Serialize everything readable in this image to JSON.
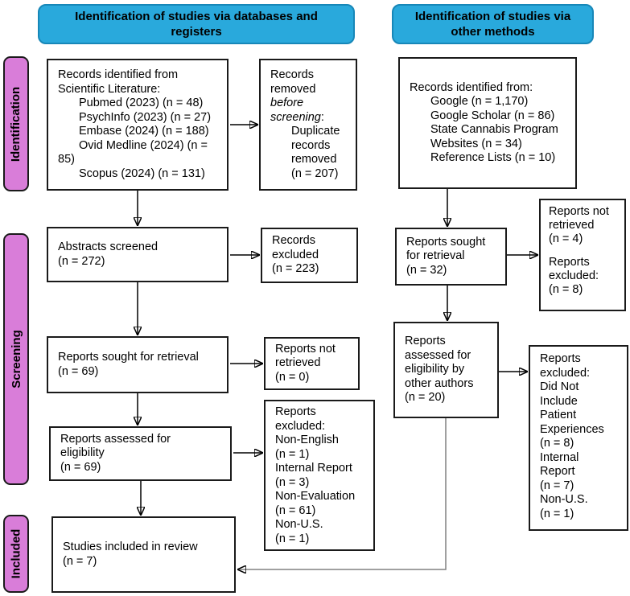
{
  "headers": {
    "databases": {
      "line1": "Identification of studies via databases and",
      "line2": "registers"
    },
    "other": {
      "line1": "Identification of studies via",
      "line2": "other methods"
    }
  },
  "stages": {
    "identification": "Identification",
    "screening": "Screening",
    "included": "Included"
  },
  "colors": {
    "header_fill": "#29A9DC",
    "header_border": "#1787B8",
    "stage_fill": "#D97DD9",
    "box_border": "#1a1a1a",
    "arrow": "#000000",
    "elbow_arrow": "#808080"
  },
  "boxes": {
    "records_identified_databases": {
      "lines": [
        "Records identified from",
        "Scientific Literature:",
        "Pubmed (2023) (n = 48)",
        "PsychInfo (2023) (n = 27)",
        "Embase (2024) (n = 188)",
        "Ovid Medline (2024) (n =",
        "85)",
        "Scopus (2024) (n = 131)"
      ]
    },
    "records_removed": {
      "lines": [
        "Records",
        "removed"
      ],
      "italic1": "before",
      "italic2": "screening",
      "colon": ":",
      "sub_lines": [
        "Duplicate",
        "records",
        "removed",
        "(n = 207)"
      ]
    },
    "abstracts_screened": {
      "lines": [
        "Abstracts screened",
        "(n = 272)"
      ]
    },
    "records_excluded": {
      "lines": [
        "Records",
        "excluded",
        "(n = 223)"
      ]
    },
    "reports_sought": {
      "lines": [
        "Reports sought for retrieval",
        "(n = 69)"
      ]
    },
    "reports_not_retrieved": {
      "lines": [
        "Reports not",
        "retrieved",
        "(n = 0)"
      ]
    },
    "reports_assessed": {
      "lines": [
        "Reports assessed for",
        "eligibility",
        "(n = 69)"
      ]
    },
    "reports_excluded": {
      "lines": [
        "Reports",
        "excluded:",
        "Non-English",
        "(n = 1)",
        "Internal Report",
        "(n = 3)",
        "Non-Evaluation",
        "(n = 61)",
        "Non-U.S.",
        "(n = 1)"
      ]
    },
    "studies_included": {
      "lines": [
        "Studies included in review",
        "(n = 7)"
      ]
    },
    "records_identified_other": {
      "lines": [
        "Records identified from:",
        "Google (n = 1,170)",
        "Google Scholar (n = 86)",
        "State Cannabis Program",
        "Websites (n = 34)",
        "Reference Lists (n = 10)"
      ]
    },
    "reports_sought_other": {
      "lines": [
        "Reports sought",
        "for retrieval",
        "(n = 32)"
      ]
    },
    "reports_not_retrieved_other": {
      "lines_top": [
        "Reports not",
        "retrieved",
        "(n = 4)"
      ],
      "lines_bottom": [
        "Reports",
        "excluded:",
        "(n = 8)"
      ]
    },
    "reports_assessed_other": {
      "lines": [
        "Reports",
        "assessed for",
        "eligibility by",
        "other authors",
        "(n = 20)"
      ]
    },
    "reports_excluded_other": {
      "lines": [
        "Reports",
        "excluded:",
        "Did Not",
        "Include",
        "Patient",
        "Experiences",
        "(n = 8)",
        "Internal",
        "Report",
        "(n = 7)",
        "Non-U.S.",
        "(n = 1)"
      ]
    }
  }
}
